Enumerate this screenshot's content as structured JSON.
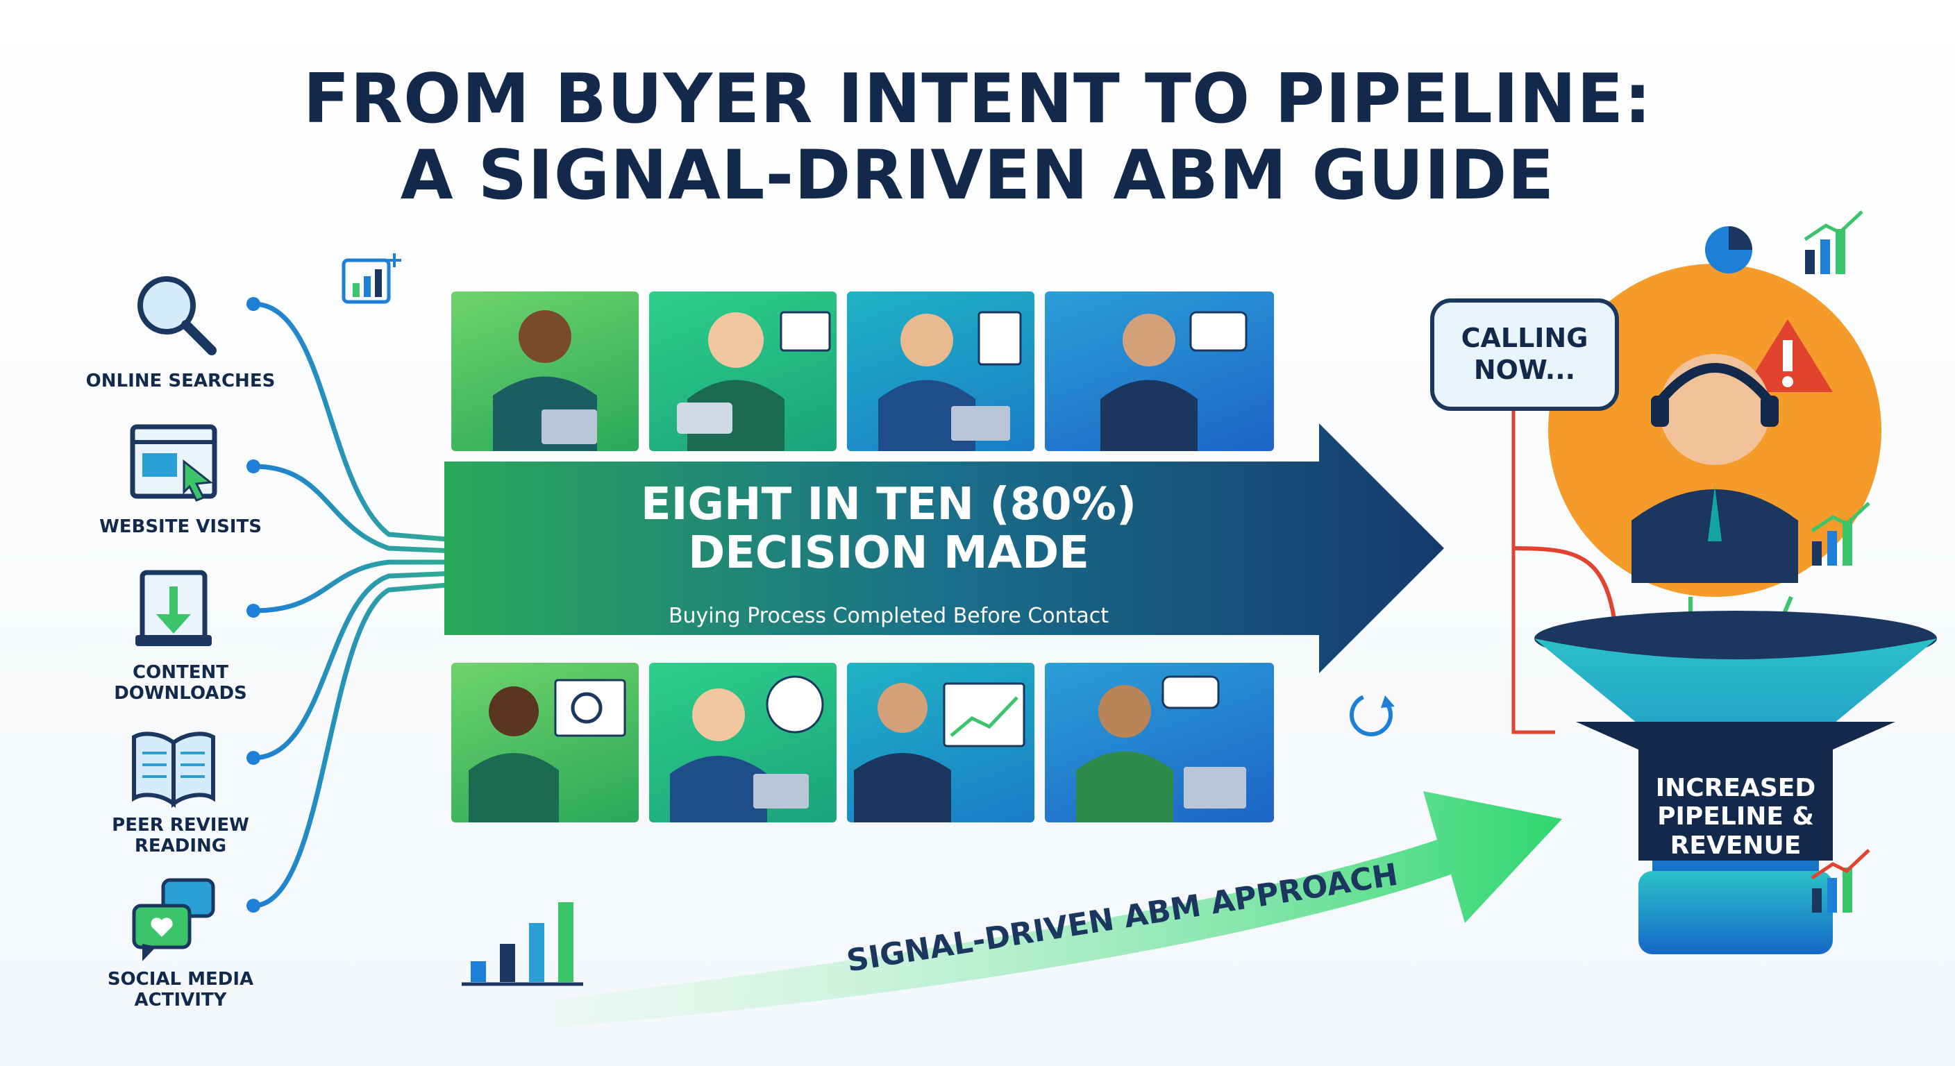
{
  "header": {
    "title_line1": "FROM BUYER INTENT TO PIPELINE:",
    "title_line2": "A SIGNAL-DRIVEN ABM GUIDE"
  },
  "signals": [
    {
      "label_line1": "ONLINE SEARCHES",
      "label_line2": "",
      "icon": "magnifier-icon"
    },
    {
      "label_line1": "WEBSITE VISITS",
      "label_line2": "",
      "icon": "browser-cursor-icon"
    },
    {
      "label_line1": "CONTENT",
      "label_line2": "DOWNLOADS",
      "icon": "download-icon"
    },
    {
      "label_line1": "PEER REVIEW",
      "label_line2": "READING",
      "icon": "open-book-icon"
    },
    {
      "label_line1": "SOCIAL MEDIA",
      "label_line2": "ACTIVITY",
      "icon": "chat-heart-icon"
    }
  ],
  "central": {
    "headline_line1": "EIGHT IN TEN (80%)",
    "headline_line2": "DECISION MADE",
    "subtitle": "Buying Process Completed Before Contact"
  },
  "call": {
    "bubble_line1": "CALLING",
    "bubble_line2": "NOW..."
  },
  "funnel": {
    "label_line1": "INCREASED",
    "label_line2": "PIPELINE &",
    "label_line3": "REVENUE"
  },
  "approach": {
    "label": "SIGNAL-DRIVEN ABM APPROACH"
  },
  "colors": {
    "navy": "#13294b",
    "green": "#3cc46b",
    "blue": "#1e7fd6",
    "teal": "#14a6a0",
    "orange": "#f59b2a",
    "red": "#e2432f"
  }
}
